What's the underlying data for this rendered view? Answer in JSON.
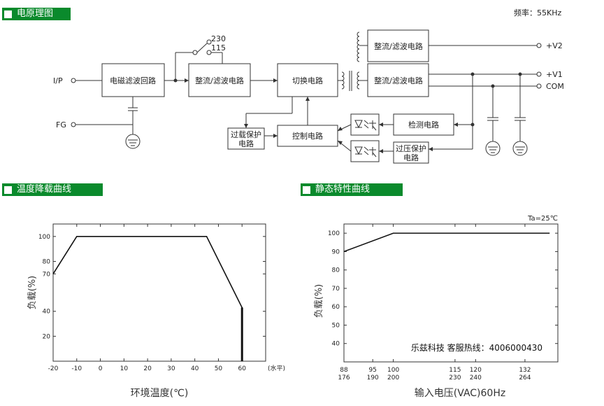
{
  "sections": {
    "block": "电原理图",
    "derating": "温度降载曲线",
    "static": "静态特性曲线"
  },
  "frequency": "频率：55KHz",
  "diagram": {
    "inputs": [
      "I/P",
      "FG"
    ],
    "switch": {
      "v230": "230",
      "v115": "115"
    },
    "blocks": {
      "emi": "电磁滤波回路",
      "rect1": "整流/滤波电路",
      "switching": "切换电路",
      "rect_v2": "整流/滤波电路",
      "rect_v1": "整流/滤波电路",
      "ovp_a": "过载保护",
      "ovp_b": "电路",
      "control": "控制电路",
      "detect": "检测电路",
      "ovvp_a": "过压保护",
      "ovvp_b": "电路"
    },
    "outputs": [
      "+V2",
      "+V1",
      "COM"
    ]
  },
  "chart_data": [
    {
      "type": "line",
      "title": "",
      "xlabel": "环境温度(℃)",
      "ylabel": "负载(%)",
      "x_unit": "(水平)",
      "x_ticks": [
        "-20",
        "-10",
        "0",
        "10",
        "20",
        "30",
        "40",
        "50",
        "60"
      ],
      "y_ticks": [
        "20",
        "40",
        "70",
        "80",
        "100"
      ],
      "xlim": [
        -20,
        70
      ],
      "ylim": [
        0,
        110
      ],
      "series": [
        {
          "x": [
            -20,
            -10,
            45,
            60,
            60
          ],
          "y": [
            70,
            100,
            100,
            43,
            0
          ]
        }
      ]
    },
    {
      "type": "line",
      "title": "",
      "xlabel": "输入电压(VAC)60Hz",
      "ylabel": "负载(%)",
      "annotation": "Ta=25℃",
      "watermark": "乐兹科技 客服热线：4006000430",
      "x_ticks_top": [
        "88",
        "95",
        "100",
        "115",
        "120",
        "132"
      ],
      "x_ticks_bottom": [
        "176",
        "190",
        "200",
        "230",
        "240",
        "264"
      ],
      "y_ticks": [
        "40",
        "50",
        "60",
        "70",
        "80",
        "90",
        "100"
      ],
      "xlim": [
        88,
        140
      ],
      "ylim": [
        30,
        105
      ],
      "series": [
        {
          "x": [
            88,
            100,
            138
          ],
          "y": [
            90,
            100,
            100
          ]
        }
      ]
    }
  ]
}
